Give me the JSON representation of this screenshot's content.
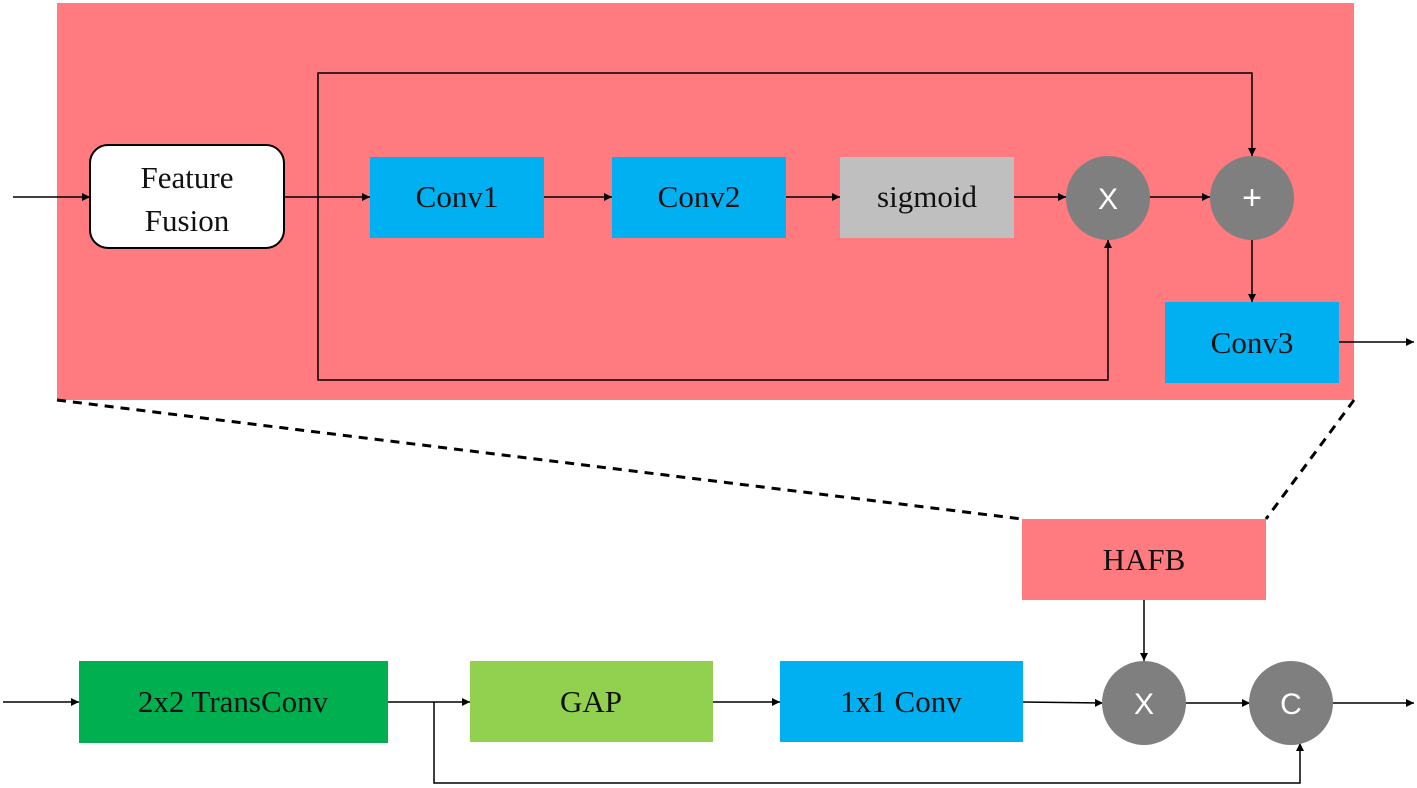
{
  "colors": {
    "background": "#ffffff",
    "hafb_region": "#ff7b80",
    "conv_block": "#00b0f0",
    "sigmoid_block": "#bfbfbf",
    "transconv_block": "#00b050",
    "gap_block": "#92d050",
    "operator_circle": "#7f7f7f",
    "line": "#000000"
  },
  "hafb_detail": {
    "feature_fusion": {
      "line1": "Feature",
      "line2": "Fusion"
    },
    "conv1": "Conv1",
    "conv2": "Conv2",
    "sigmoid": "sigmoid",
    "multiply_op": "X",
    "add_op": "+",
    "conv3": "Conv3"
  },
  "decoder": {
    "hafb": "HAFB",
    "transconv": "2x2 TransConv",
    "gap": "GAP",
    "conv1x1": "1x1 Conv",
    "multiply_op": "X",
    "concat_op": "C"
  }
}
